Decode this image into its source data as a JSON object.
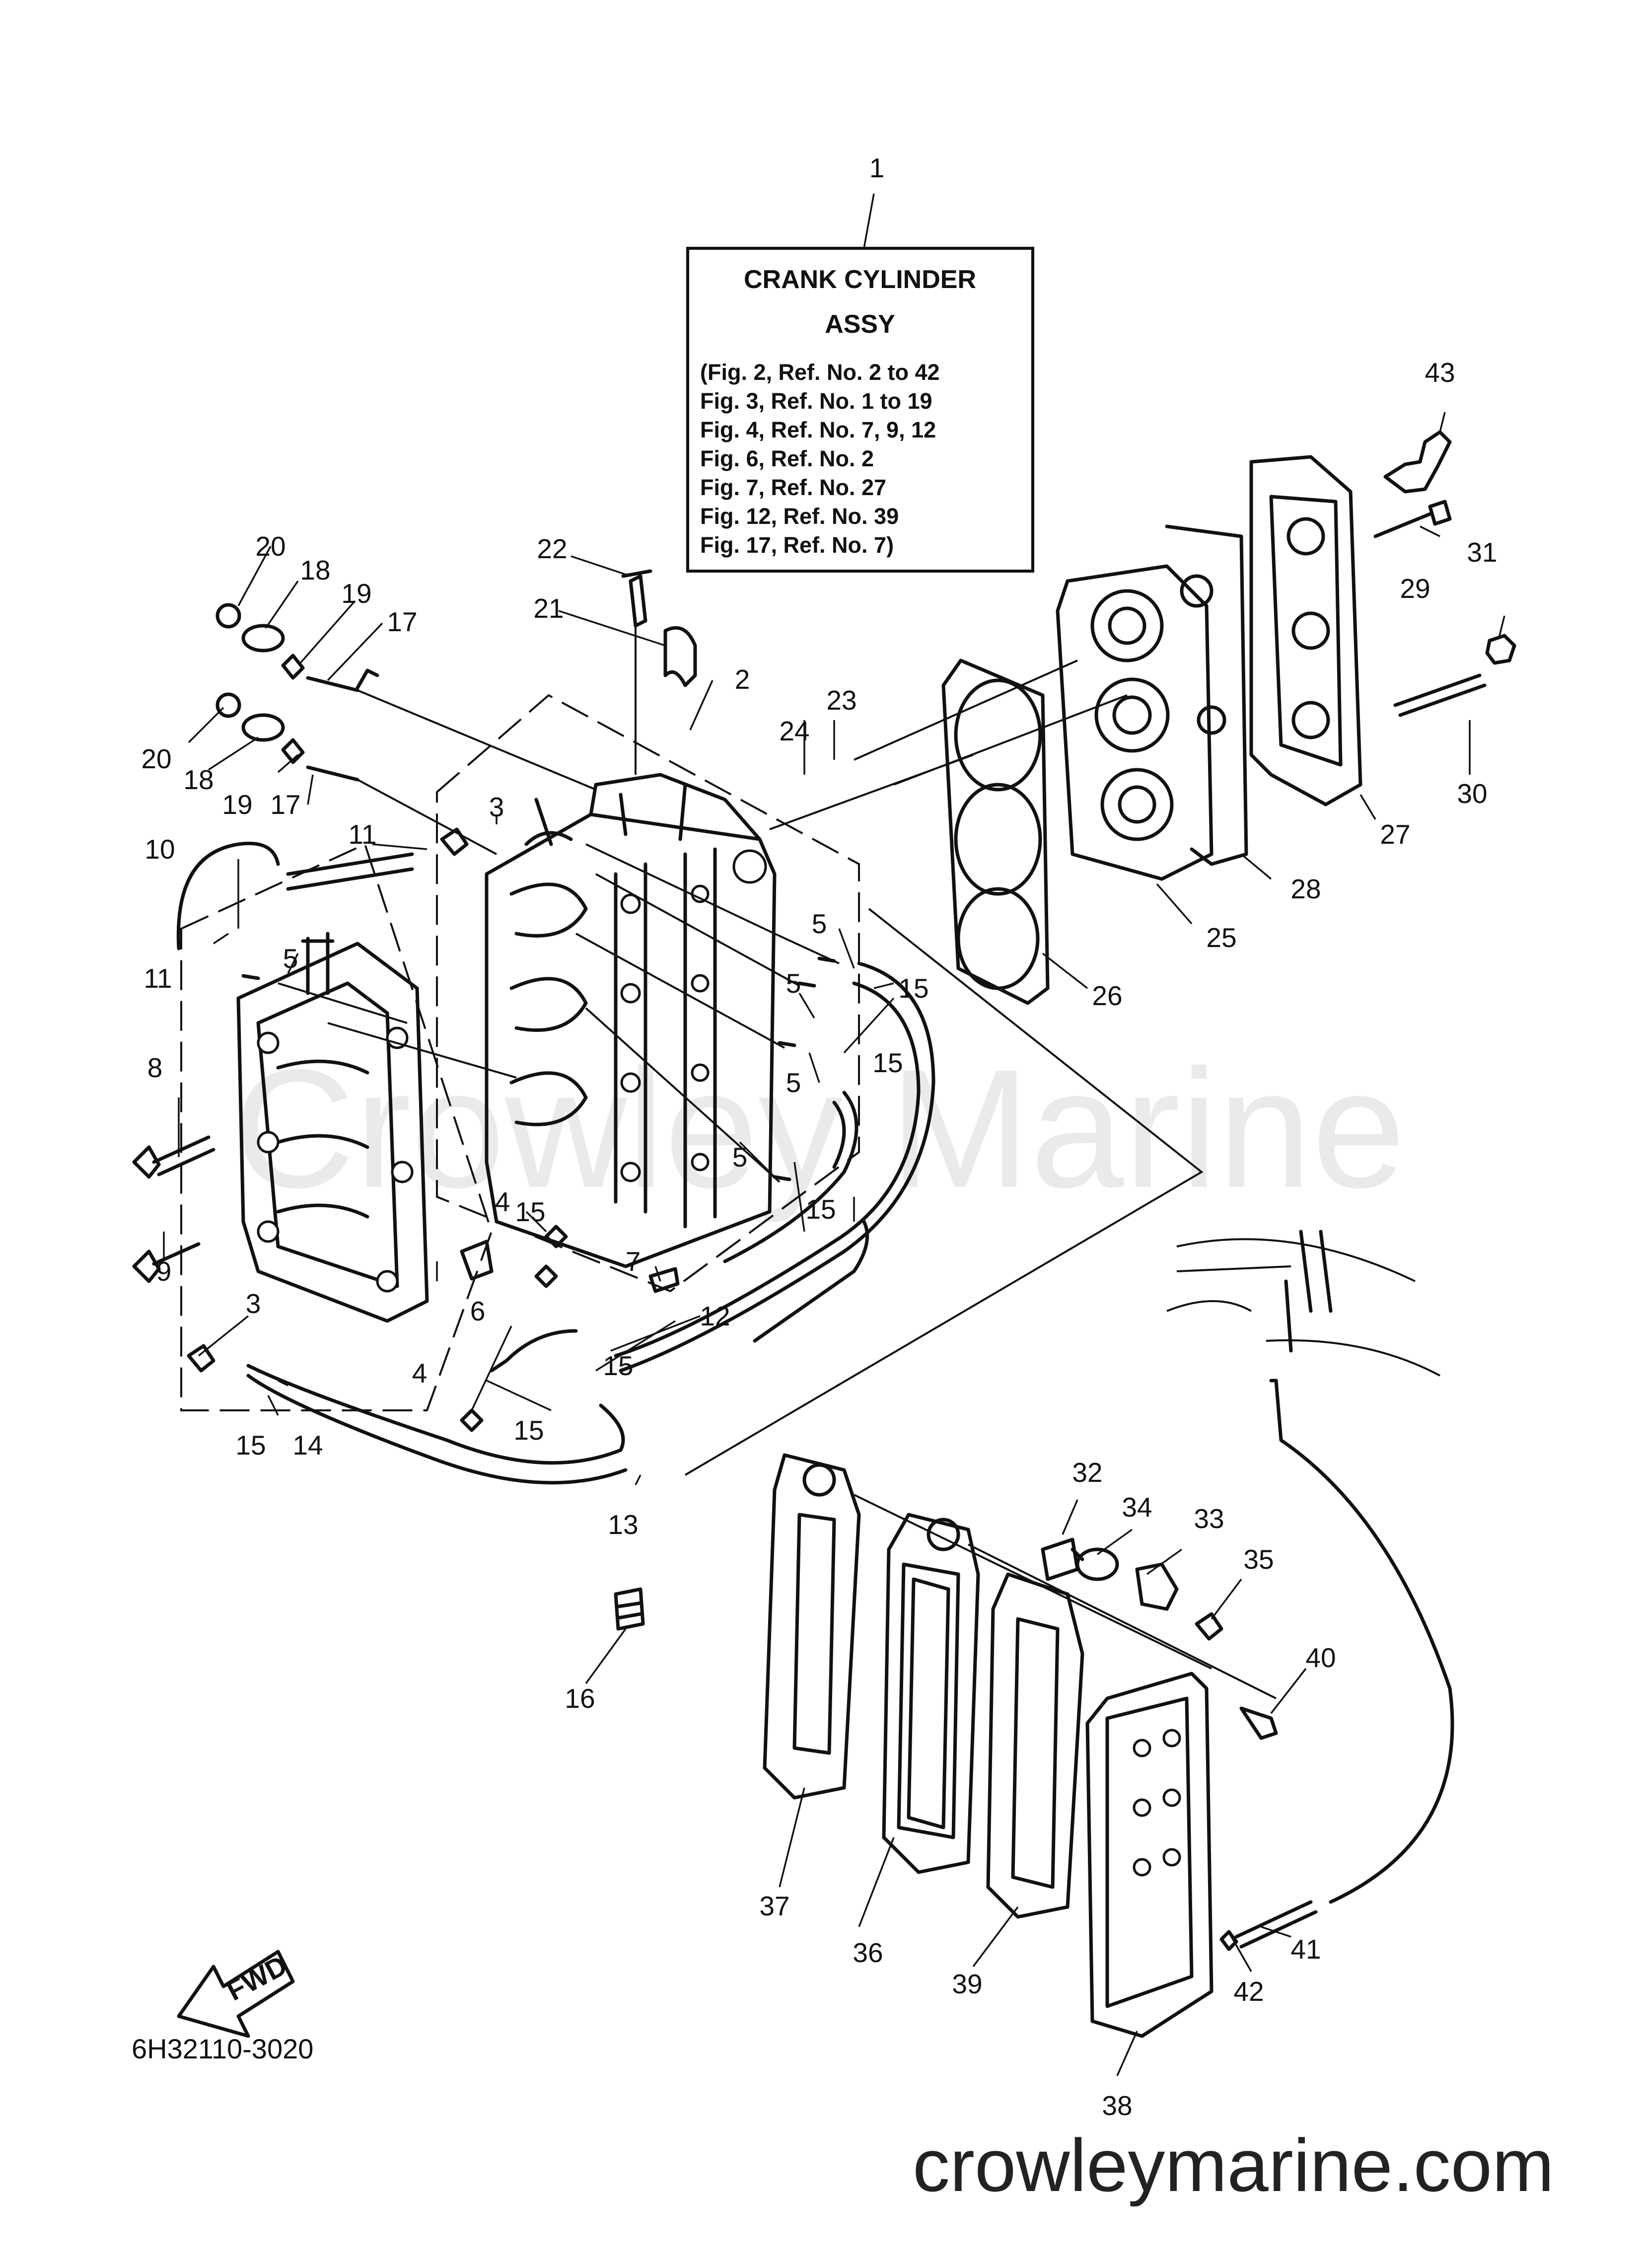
{
  "info_box": {
    "callout": "1",
    "title_line1": "CRANK CYLINDER",
    "title_line2": "ASSY",
    "lines": [
      "(Fig. 2, Ref. No. 2 to 42",
      " Fig. 3, Ref. No. 1 to 19",
      " Fig. 4, Ref. No. 7, 9, 12",
      " Fig. 6, Ref. No. 2",
      " Fig. 7, Ref. No. 27",
      " Fig. 12, Ref. No. 39",
      " Fig. 17, Ref. No. 7)"
    ]
  },
  "callouts": [
    "2",
    "3",
    "3",
    "4",
    "4",
    "5",
    "5",
    "5",
    "5",
    "5",
    "6",
    "7",
    "8",
    "9",
    "10",
    "11",
    "11",
    "12",
    "13",
    "14",
    "15",
    "15",
    "15",
    "15",
    "15",
    "15",
    "15",
    "16",
    "17",
    "17",
    "18",
    "18",
    "19",
    "19",
    "20",
    "20",
    "21",
    "22",
    "23",
    "24",
    "25",
    "26",
    "27",
    "28",
    "29",
    "30",
    "31",
    "32",
    "33",
    "34",
    "35",
    "36",
    "37",
    "38",
    "39",
    "40",
    "41",
    "42",
    "43"
  ],
  "fwd_label": "FWD",
  "part_code": "6H32110-3020",
  "watermark": "Crowley Marine",
  "site_url": "crowleymarine.com"
}
